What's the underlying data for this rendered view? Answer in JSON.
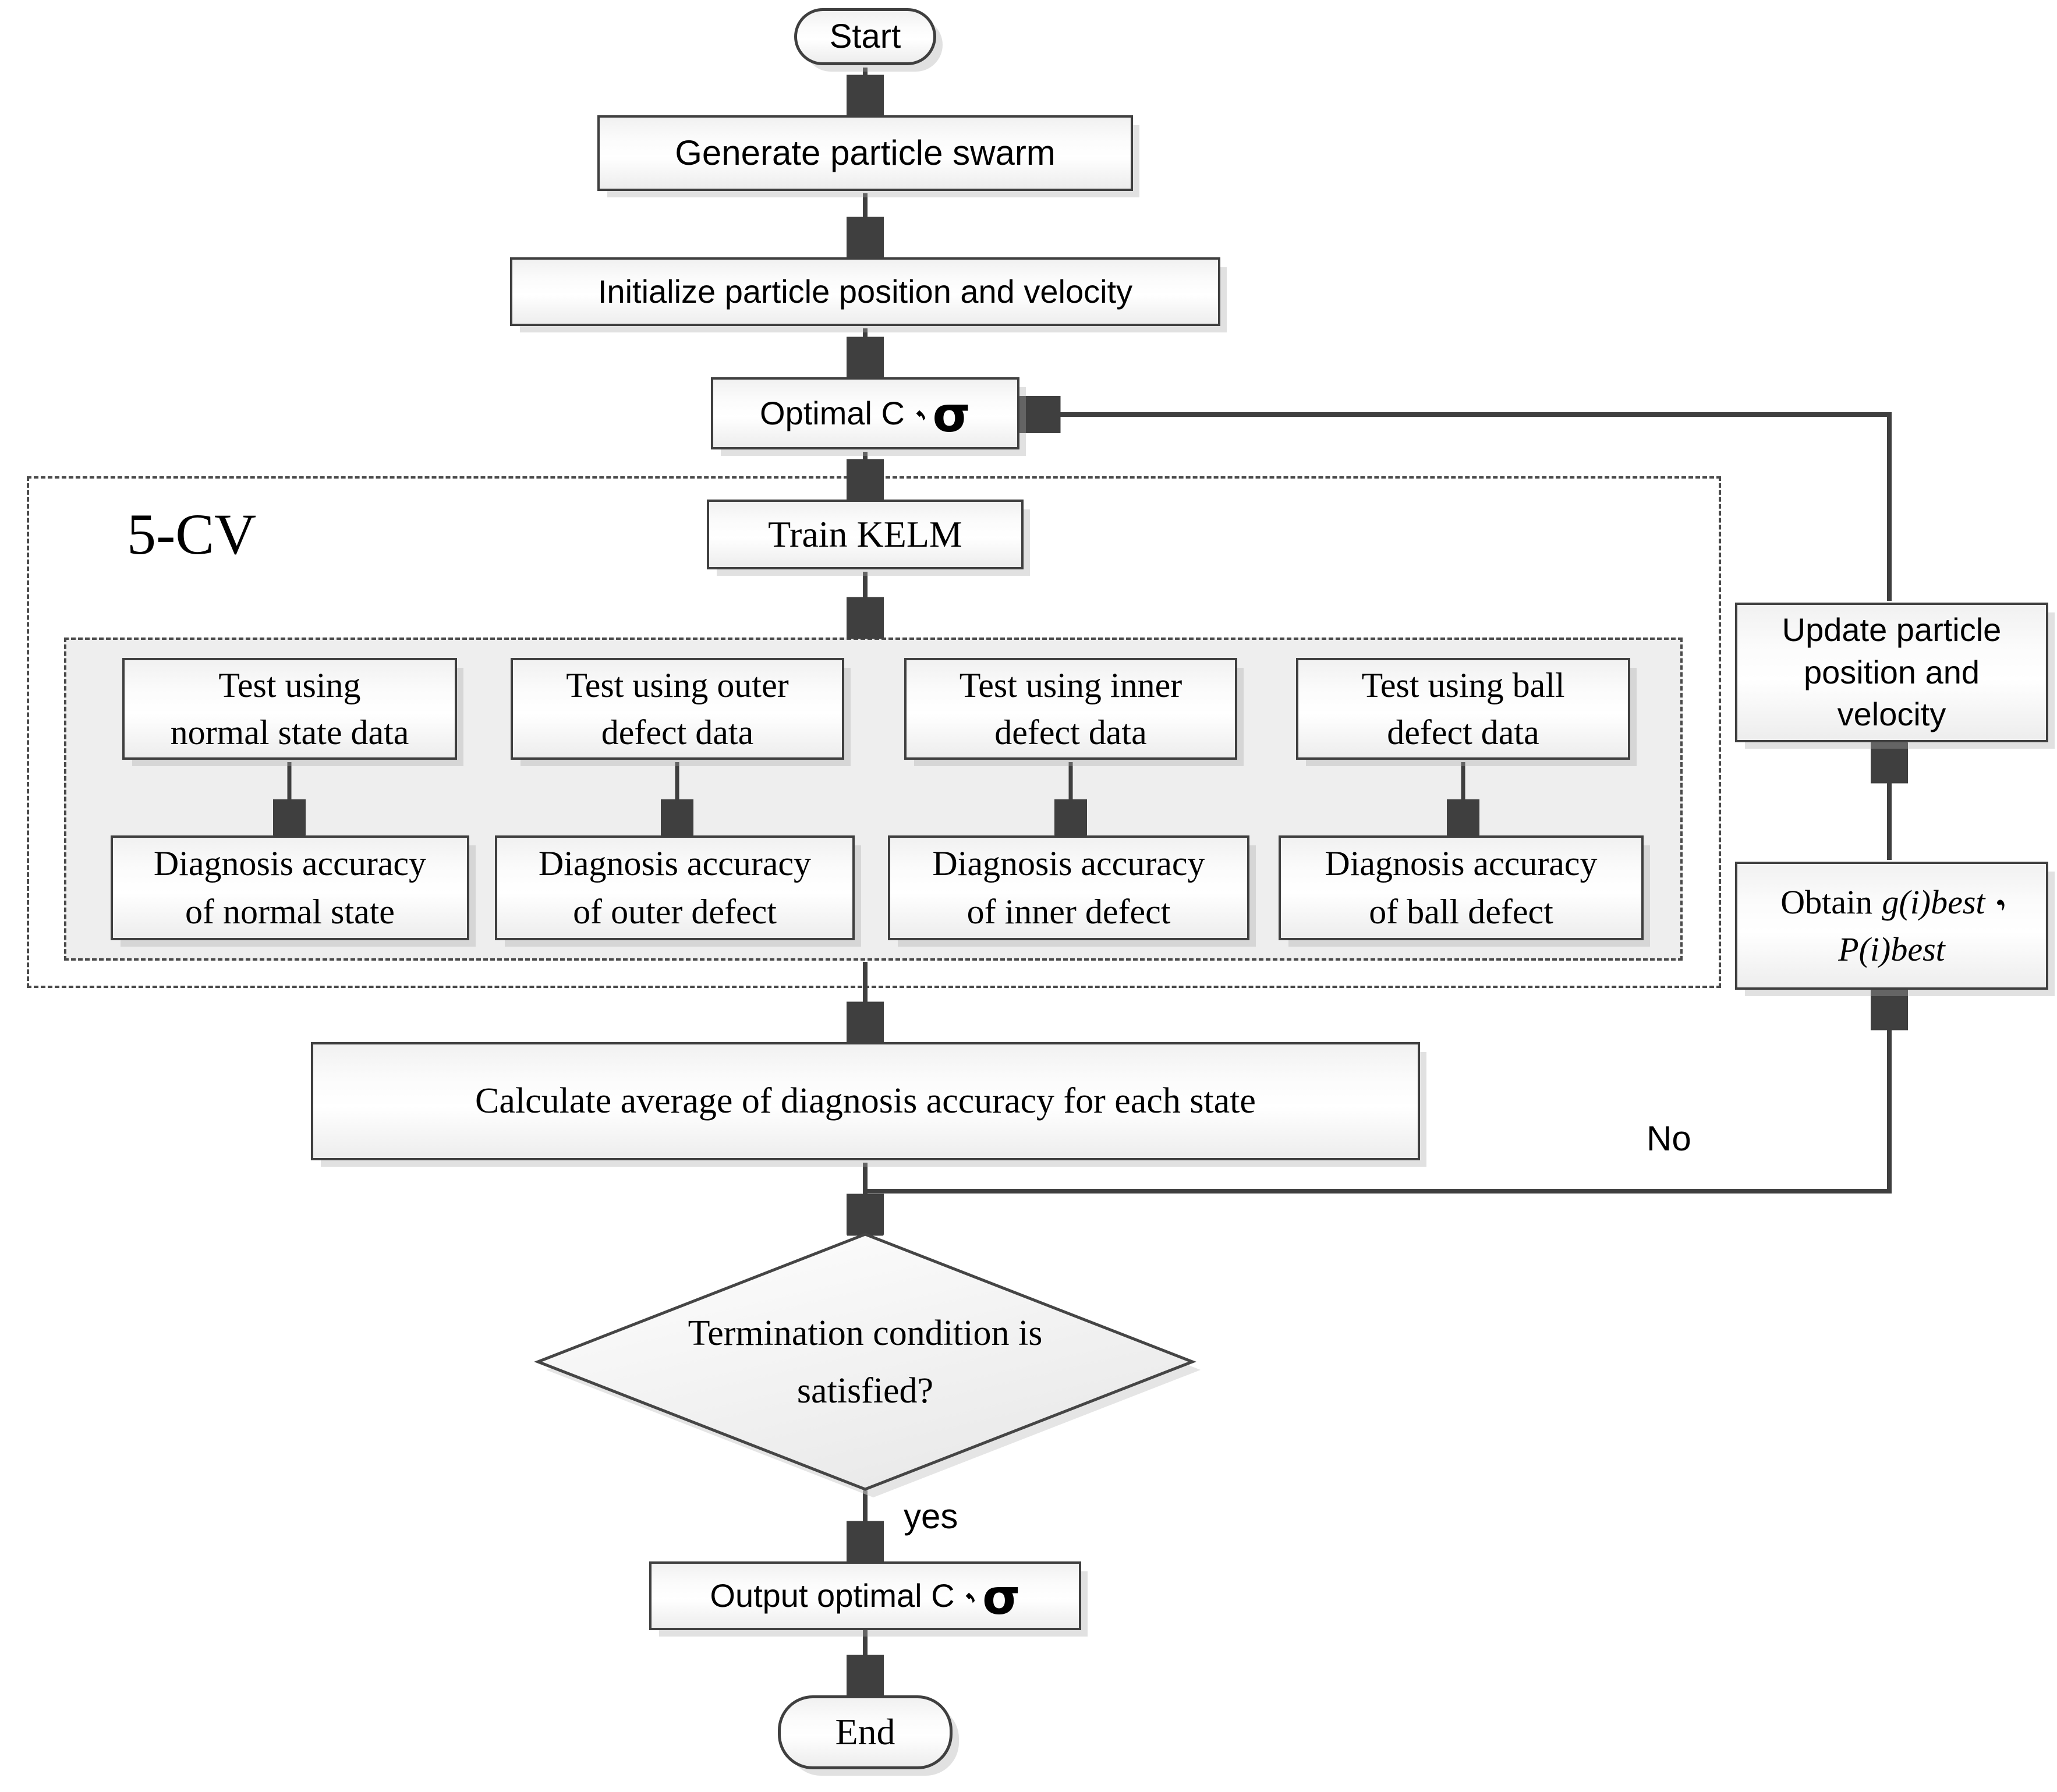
{
  "flowchart": {
    "nodes": {
      "start": {
        "label": "Start"
      },
      "generate": {
        "label": "Generate particle swarm"
      },
      "initialize": {
        "label": "Initialize particle position and velocity"
      },
      "optimal": {
        "label": "Optimal C、σ",
        "text": "Optimal C",
        "sigma": "σ"
      },
      "cv_panel": {
        "label": "5-CV"
      },
      "train": {
        "label": "Train KELM"
      },
      "tests": [
        {
          "label": "Test using normal state data",
          "line1": "Test using",
          "line2": "normal state data"
        },
        {
          "label": "Test using outer defect data",
          "line1": "Test using outer",
          "line2": "defect data"
        },
        {
          "label": "Test using inner defect data",
          "line1": "Test using inner",
          "line2": "defect data"
        },
        {
          "label": "Test using ball defect data",
          "line1": "Test using ball",
          "line2": "defect data"
        }
      ],
      "diagnoses": [
        {
          "label": "Diagnosis accuracy of normal state",
          "line1": "Diagnosis accuracy",
          "line2": "of normal state"
        },
        {
          "label": "Diagnosis accuracy of outer defect",
          "line1": "Diagnosis accuracy",
          "line2": "of outer defect"
        },
        {
          "label": "Diagnosis accuracy of inner defect",
          "line1": "Diagnosis accuracy",
          "line2": "of inner defect"
        },
        {
          "label": "Diagnosis accuracy of ball defect",
          "line1": "Diagnosis accuracy",
          "line2": "of ball defect"
        }
      ],
      "calculate": {
        "label": "Calculate average of diagnosis accuracy for each state"
      },
      "decision": {
        "label": "Termination condition is satisfied?",
        "line1": "Termination condition is",
        "line2": "satisfied?"
      },
      "output": {
        "label": "Output optimal C、σ",
        "text": "Output optimal C",
        "sigma": "σ"
      },
      "end": {
        "label": "End"
      },
      "update": {
        "label": "Update particle position and velocity",
        "line1": "Update particle",
        "line2": "position and",
        "line3": "velocity"
      },
      "obtain": {
        "label": "Obtain g(i)best、P(i)best",
        "prefix": "Obtain",
        "italic1": "g(i)best",
        "italic2": "P(i)best"
      }
    },
    "edge_labels": {
      "yes": "yes",
      "no": "No"
    },
    "colors": {
      "line": "#3f3f3f",
      "node_border": "#3f3f3f",
      "inner_panel_fill": "#eeeeee",
      "shadow": "#bdbdbd"
    }
  }
}
